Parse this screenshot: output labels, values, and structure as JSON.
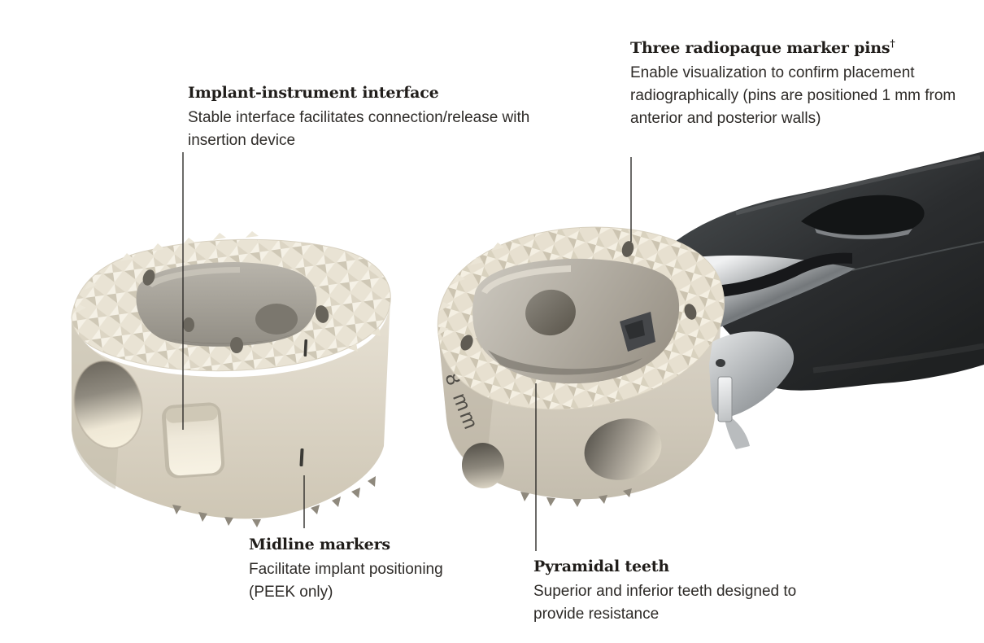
{
  "figure": {
    "subject": "Interbody implant with insertion instrument, annotated features"
  },
  "callouts": {
    "implant_instrument_interface": {
      "title": "Implant-instrument interface",
      "description": "Stable interface facilitates connection/release with insertion device"
    },
    "radiopaque_marker_pins": {
      "title": "Three radiopaque marker pins",
      "title_superscript": "†",
      "description": "Enable visualization to confirm placement radiographically (pins are positioned 1 mm from anterior and posterior walls)"
    },
    "midline_markers": {
      "title": "Midline markers",
      "description": "Facilitate implant positioning (PEEK only)"
    },
    "pyramidal_teeth": {
      "title": "Pyramidal teeth",
      "description": "Superior and inferior teeth designed to provide resistance"
    }
  },
  "implant": {
    "size_label": "8 mm"
  },
  "colors": {
    "background": "#ffffff",
    "text": "#2e2b28",
    "heading_text": "#201d1a",
    "leader_line": "#2e2c29",
    "implant_teeth": "#efeadd",
    "implant_wall": "#d9d2c2",
    "instrument_dark": "#2b2d2f",
    "instrument_steel": "#a9adb0"
  }
}
